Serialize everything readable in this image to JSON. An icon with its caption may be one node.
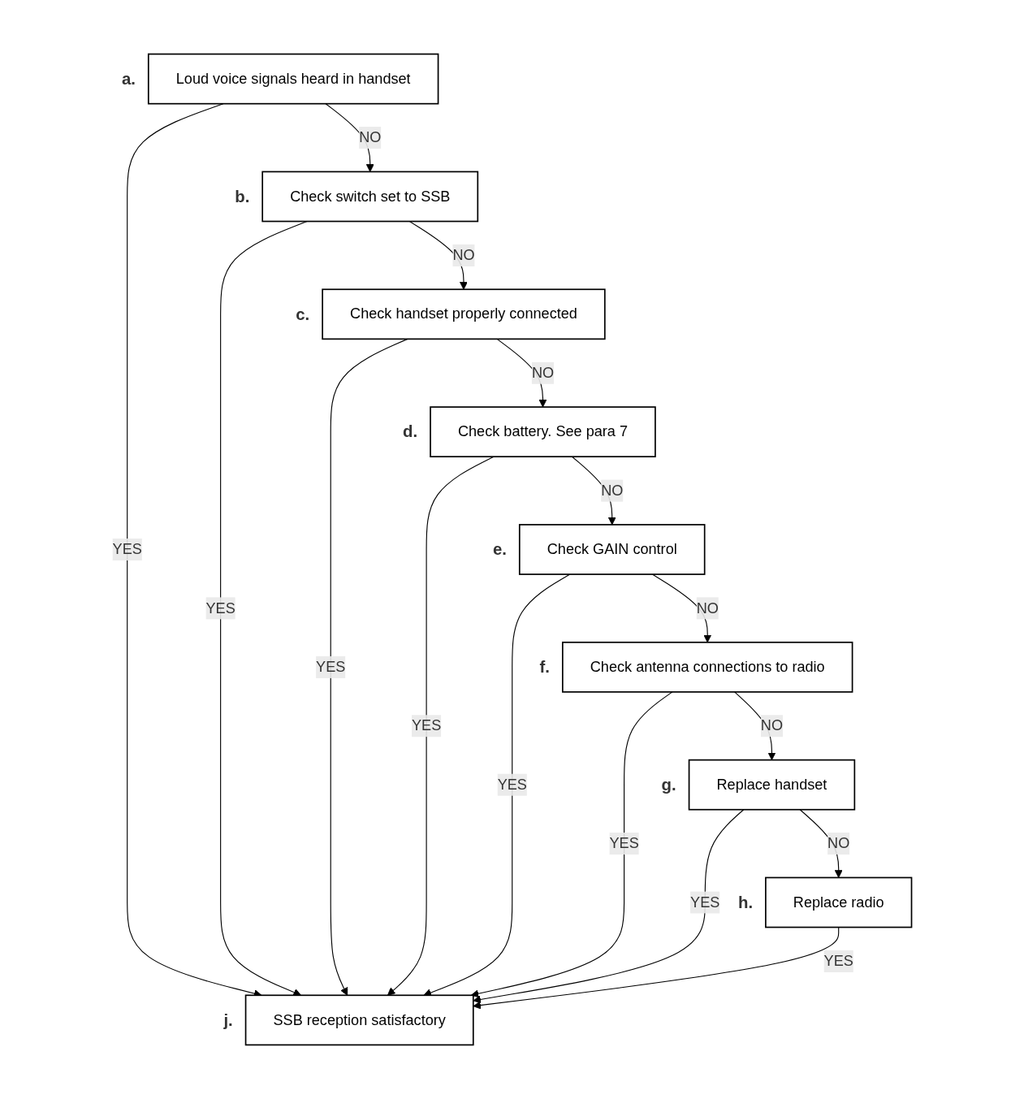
{
  "diagram": {
    "nodes": [
      {
        "text": [
          "Loud voice signals heard in handset"
        ],
        "beside": [
          "a."
        ]
      },
      {
        "text": [
          "Check switch set to SSB"
        ],
        "beside": [
          "b."
        ]
      },
      {
        "text": [
          "Check handset properly connected"
        ],
        "beside": [
          "c."
        ]
      },
      {
        "text": [
          "Check battery. See para 7"
        ],
        "beside": [
          "d."
        ]
      },
      {
        "text": [
          "Check GAIN control"
        ],
        "beside": [
          "e."
        ]
      },
      {
        "text": [
          "Check antenna connections to radio"
        ],
        "beside": [
          "f."
        ]
      },
      {
        "text": [
          "Replace handset"
        ],
        "beside": [
          "g."
        ]
      },
      {
        "text": [
          "Replace radio"
        ],
        "beside": [
          "h."
        ]
      },
      {
        "text": [
          "SSB reception satisfactory"
        ],
        "beside": [
          "j."
        ]
      }
    ],
    "edges": [
      {
        "from": 0,
        "to": 8,
        "arrow": "to",
        "label": "YES"
      },
      {
        "from": 0,
        "to": 1,
        "arrow": "to",
        "label": "NO"
      },
      {
        "from": 1,
        "to": 8,
        "arrow": "to",
        "label": "YES"
      },
      {
        "from": 1,
        "to": 2,
        "arrow": "to",
        "label": "NO"
      },
      {
        "from": 2,
        "to": 8,
        "arrow": "to",
        "label": "YES"
      },
      {
        "from": 2,
        "to": 3,
        "arrow": "to",
        "label": "NO"
      },
      {
        "from": 3,
        "to": 8,
        "arrow": "to",
        "label": "YES"
      },
      {
        "from": 3,
        "to": 4,
        "arrow": "to",
        "label": "NO"
      },
      {
        "from": 4,
        "to": 8,
        "arrow": "to",
        "label": "YES"
      },
      {
        "from": 4,
        "to": 5,
        "arrow": "to",
        "label": "NO"
      },
      {
        "from": 5,
        "to": 8,
        "arrow": "to",
        "label": "YES"
      },
      {
        "from": 5,
        "to": 6,
        "arrow": "to",
        "label": "NO"
      },
      {
        "from": 6,
        "to": 8,
        "arrow": "to",
        "label": "YES"
      },
      {
        "from": 6,
        "to": 7,
        "arrow": "to",
        "label": "NO"
      },
      {
        "from": 7,
        "to": 8,
        "arrow": "to",
        "label": "YES"
      }
    ]
  }
}
